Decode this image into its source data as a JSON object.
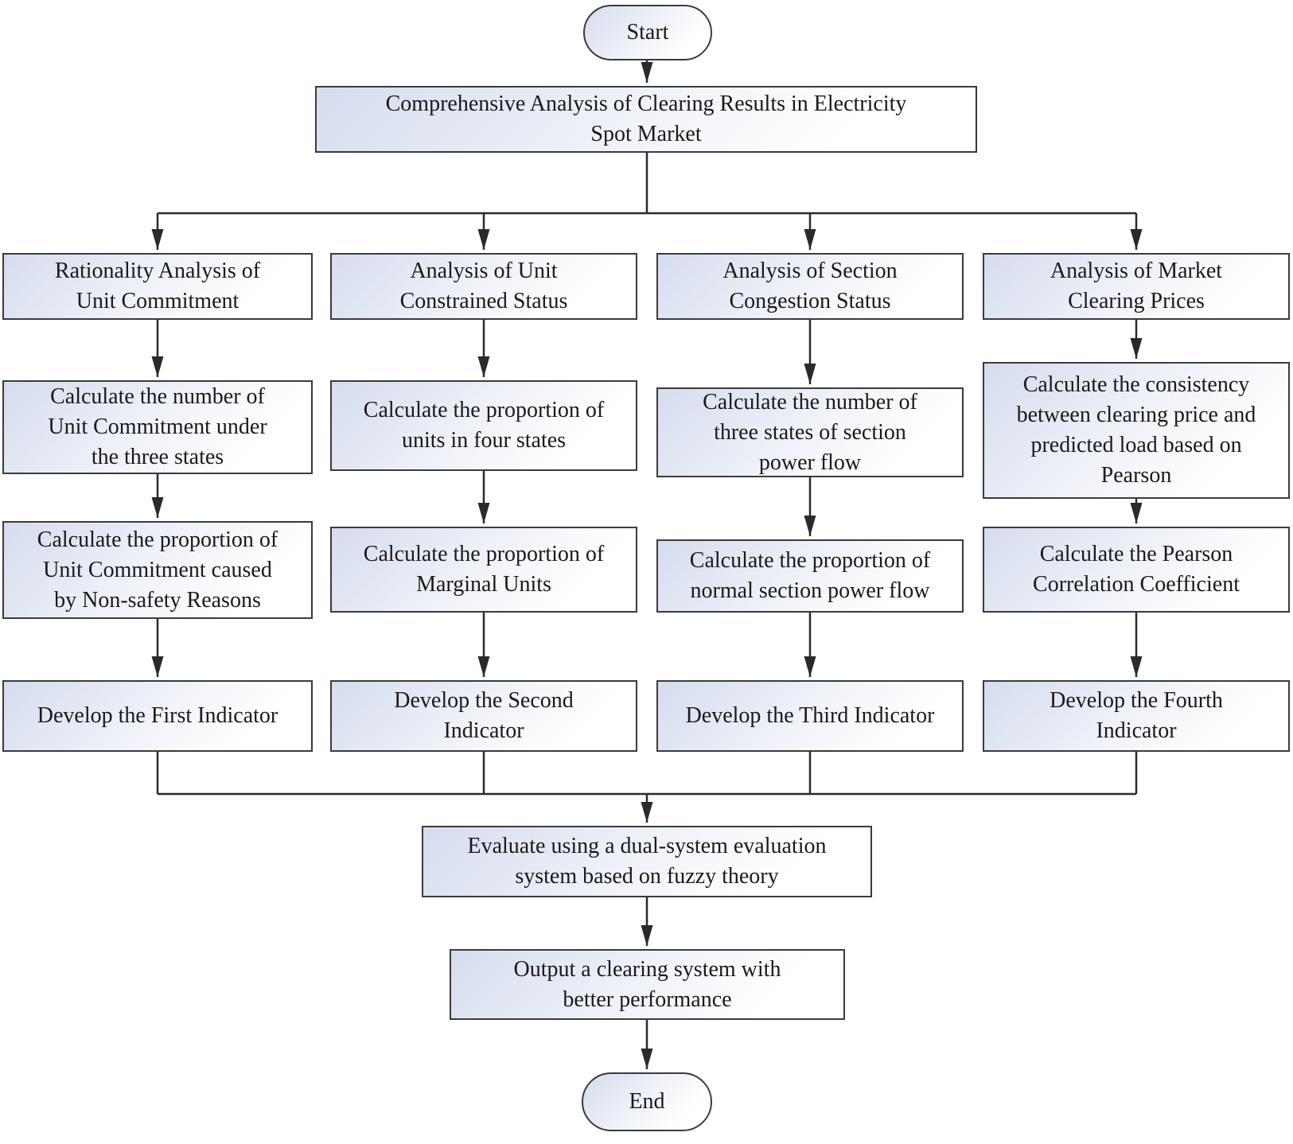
{
  "figure": {
    "type": "flowchart",
    "colors": {
      "node_fill_top_left": "#d5dcee",
      "node_fill_bottom_right": "#ffffff",
      "node_border": "#3b3b3b",
      "connector": "#2a2a2a",
      "text": "#1a1a1a"
    },
    "nodes": {
      "start": "Start",
      "title": "Comprehensive Analysis of Clearing Results in Electricity\nSpot Market",
      "evaluate": "Evaluate using a dual-system evaluation\nsystem based on fuzzy theory",
      "output": "Output a clearing system with\nbetter performance",
      "end": "End"
    },
    "columns": [
      {
        "header": "Rationality Analysis of\nUnit  Commitment",
        "step1": "Calculate the number of\nUnit Commitment under\nthe three states",
        "step2": "Calculate the proportion of\nUnit Commitment caused\nby Non-safety Reasons",
        "indicator": "Develop the First Indicator"
      },
      {
        "header": "Analysis of Unit\nConstrained Status",
        "step1": "Calculate the proportion of\nunits in four states",
        "step2": "Calculate the proportion of\nMarginal Units",
        "indicator": "Develop the Second\nIndicator"
      },
      {
        "header": "Analysis of Section\nCongestion Status",
        "step1": "Calculate the number of\nthree states of section\npower flow",
        "step2": "Calculate the proportion of\nnormal section power flow",
        "indicator": "Develop the Third Indicator"
      },
      {
        "header": "Analysis of Market\nClearing Prices",
        "step1": "Calculate the consistency\nbetween clearing price and\npredicted load based on\nPearson",
        "step2": "Calculate the Pearson\nCorrelation Coefficient",
        "indicator": "Develop the Fourth\nIndicator"
      }
    ]
  }
}
